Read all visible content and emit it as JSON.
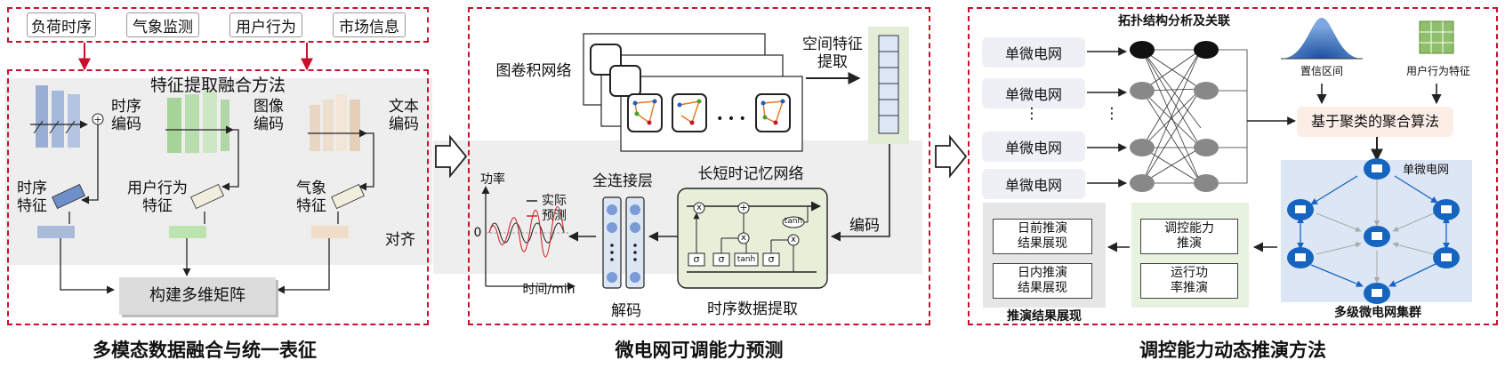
{
  "panel1": {
    "inputs": [
      "负荷时序",
      "气象监测",
      "用户行为",
      "市场信息"
    ],
    "method_title": "特征提取融合方法",
    "enc_timeseries": [
      "时序",
      "编码"
    ],
    "enc_image": [
      "图像",
      "编码"
    ],
    "enc_text": [
      "文本",
      "编码"
    ],
    "feat_timeseries": [
      "时序",
      "特征"
    ],
    "feat_user": [
      "用户行为",
      "特征"
    ],
    "feat_weather": [
      "气象",
      "特征"
    ],
    "align": "对齐",
    "matrix": "构建多维矩阵",
    "caption": "多模态数据融合与统一表征"
  },
  "panel2": {
    "gcn": "图卷积网络",
    "spatial": [
      "空间特征",
      "提取"
    ],
    "dots": "• • •",
    "encode": "编码",
    "lstm": "长短时记忆网络",
    "fc": "全连接层",
    "decode": "解码",
    "ts_extract": "时序数据提取",
    "plot_ylabel": "功率",
    "plot_xlabel": "时间/min",
    "plot_zero": "0",
    "legend_actual": "实际",
    "legend_pred": "预测",
    "gate_sigma": "σ",
    "gate_tanh": "tanh",
    "gate_x": "x",
    "gate_plus": "+",
    "caption": "微电网可调能力预测"
  },
  "panel3": {
    "topo_title": "拓扑结构分析及关联",
    "mg": [
      "单微电网",
      "单微电网",
      "单微电网",
      "单微电网"
    ],
    "vdots": "⋮",
    "conf": "置信区间",
    "user_feat": "用户行为特征",
    "cluster": "基于聚类的聚合算法",
    "single_mg": "单微电网",
    "cluster_title": "多级微电网集群",
    "reg_cap": [
      "调控能力",
      "推演"
    ],
    "run_pow": [
      "运行功",
      "率推演"
    ],
    "dayahead": [
      "日前推演",
      "结果展现"
    ],
    "intraday": [
      "日内推演",
      "结果展现"
    ],
    "result_title": "推演结果展现",
    "caption": "调控能力动态推演方法"
  },
  "colors": {
    "accent_red": "#c8102e",
    "node_blue": "#1565c0",
    "panel_gray": "#eeeeee"
  }
}
